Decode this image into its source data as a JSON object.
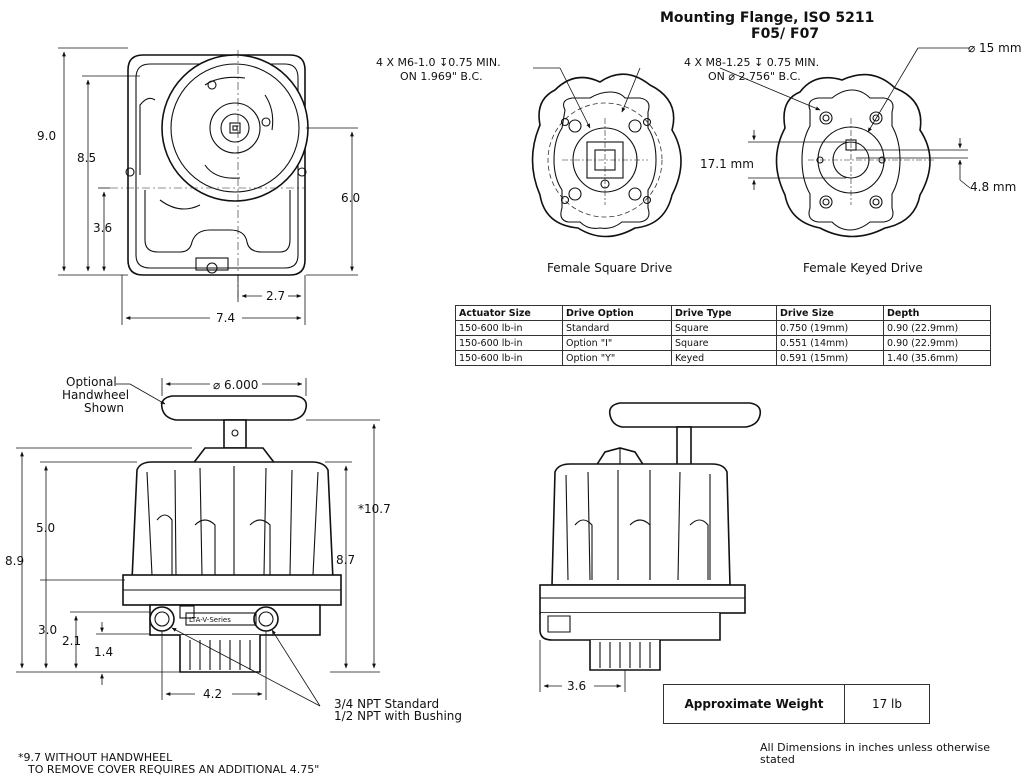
{
  "flange": {
    "title_line1": "Mounting Flange, ISO 5211",
    "title_line2": "F05/ F07",
    "callout_m6_line1": "4 X M6-1.0 ↧0.75 MIN.",
    "callout_m6_line2": "ON 1.969\" B.C.",
    "callout_m8_line1": "4 X M8-1.25 ↧ 0.75 MIN.",
    "callout_m8_line2": "ON ⌀ 2.756\" B.C.",
    "dim_15mm": "⌀ 15 mm",
    "dim_17_1mm": "17.1 mm",
    "dim_4_8mm": "4.8 mm",
    "label_square": "Female Square Drive",
    "label_keyed": "Female Keyed Drive"
  },
  "top_view_dims": {
    "d9_0": "9.0",
    "d8_5": "8.5",
    "d3_6": "3.6",
    "d6_0": "6.0",
    "d2_7": "2.7",
    "d7_4": "7.4"
  },
  "front_view": {
    "handwheel_line1": "Optional",
    "handwheel_line2": "Handwheel",
    "handwheel_line3": "Shown",
    "d6_000": "⌀ 6.000",
    "d10_7": "*10.7",
    "d8_7": "8.7",
    "d8_9": "8.9",
    "d5_0": "5.0",
    "d3_0": "3.0",
    "d2_1": "2.1",
    "d1_4": "1.4",
    "d4_2": "4.2",
    "nameplate": "LTA-V-Series",
    "npt_line1": "3/4 NPT Standard",
    "npt_line2": "1/2 NPT with Bushing"
  },
  "side_view": {
    "d3_6": "3.6"
  },
  "spec_table": {
    "headers": [
      "Actuator Size",
      "Drive Option",
      "Drive Type",
      "Drive Size",
      "Depth"
    ],
    "rows": [
      [
        "150-600 lb-in",
        "Standard",
        "Square",
        "0.750 (19mm)",
        "0.90 (22.9mm)"
      ],
      [
        "150-600 lb-in",
        "Option \"I\"",
        "Square",
        "0.551 (14mm)",
        "0.90 (22.9mm)"
      ],
      [
        "150-600 lb-in",
        "Option \"Y\"",
        "Keyed",
        "0.591 (15mm)",
        "1.40 (35.6mm)"
      ]
    ]
  },
  "weight": {
    "label": "Approximate Weight",
    "value": "17 lb"
  },
  "notes": {
    "handwheel_line1": "*9.7 WITHOUT HANDWHEEL",
    "handwheel_line2": "TO REMOVE COVER REQUIRES AN ADDITIONAL 4.75\"",
    "units_line1": "All Dimensions in inches unless otherwise",
    "units_line2": "stated"
  }
}
